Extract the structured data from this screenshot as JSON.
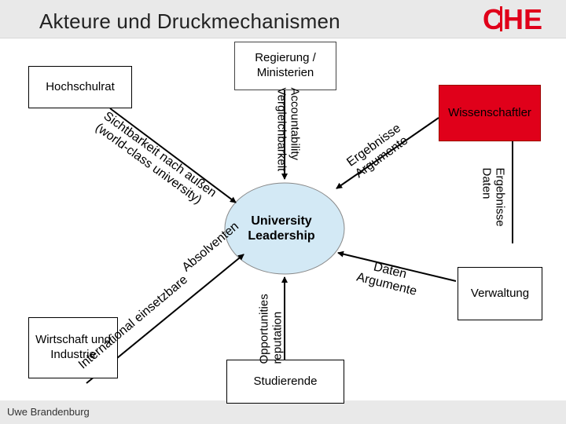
{
  "slide": {
    "title": "Akteure und Druckmechanismen",
    "logo_text": "CHE",
    "author": "Uwe Brandenburg"
  },
  "colors": {
    "accent_red": "#e0001a",
    "ellipse_fill": "#d3e9f5",
    "header_bg": "#e9e9e9"
  },
  "nodes": {
    "regierung": [
      "Regierung /",
      "Ministerien"
    ],
    "hochschulrat": "Hochschulrat",
    "wissenschaftler": "Wissenschaftler",
    "university": [
      "University",
      "Leadership"
    ],
    "wirtschaft": [
      "Wirtschaft und",
      "Industrie"
    ],
    "verwaltung": "Verwaltung",
    "studierende": "Studierende"
  },
  "edge_labels": {
    "accountability": [
      "Accountability",
      "Vergleichbarkeit"
    ],
    "sichtbarkeit": [
      "Sichtbarkeit nach außen",
      "(world-class university)"
    ],
    "ergebnisse_argumente": [
      "Ergebnisse",
      "Argumente"
    ],
    "ergebnisse_daten": [
      "Ergebnisse",
      "Daten"
    ],
    "daten_argumente": [
      "Daten",
      "Argumente"
    ],
    "opportunities": [
      "Opportunities",
      "reputation"
    ],
    "absolventen": "Absolventen",
    "international": "International einsetzbare"
  }
}
